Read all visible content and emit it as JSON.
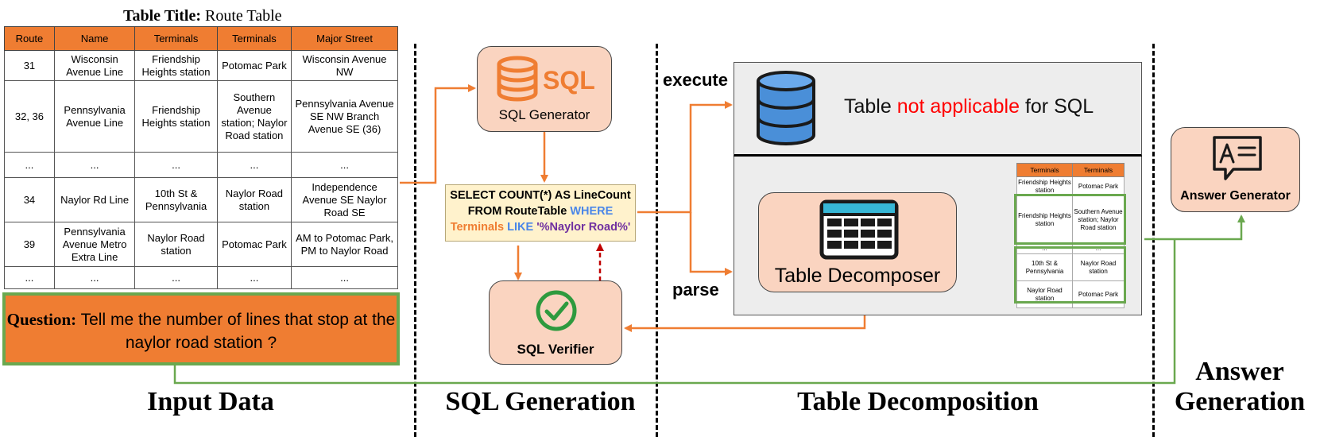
{
  "table_title": {
    "label": "Table Title:",
    "value": "Route Table"
  },
  "route_table": {
    "headers": [
      "Route",
      "Name",
      "Terminals",
      "Terminals",
      "Major Street"
    ],
    "rows": [
      [
        "31",
        "Wisconsin Avenue Line",
        "Friendship Heights station",
        "Potomac Park",
        "Wisconsin Avenue NW"
      ],
      [
        "32, 36",
        "Pennsylvania Avenue Line",
        "Friendship Heights station",
        "Southern Avenue station; Naylor Road station",
        "Pennsylvania Avenue SE NW Branch Avenue SE (36)"
      ],
      [
        "...",
        "...",
        "...",
        "...",
        "..."
      ],
      [
        "34",
        "Naylor Rd Line",
        "10th St & Pennsylvania",
        "Naylor Road station",
        "Independence Avenue SE Naylor Road SE"
      ],
      [
        "39",
        "Pennsylvania Avenue Metro Extra Line",
        "Naylor Road station",
        "Potomac Park",
        "AM to Potomac Park, PM to Naylor Road"
      ],
      [
        "...",
        "...",
        "...",
        "...",
        "..."
      ]
    ]
  },
  "question": {
    "label": "Question:",
    "text": "Tell me the number of lines that stop at the naylor road station ?"
  },
  "sections": {
    "input": "Input Data",
    "sql_gen": "SQL Generation",
    "table_decomp": "Table Decomposition",
    "answer_gen_1": "Answer",
    "answer_gen_2": "Generation"
  },
  "sql_generator": {
    "label": "SQL Generator",
    "icon_text": "SQL"
  },
  "sql_query": {
    "line1": "SELECT COUNT(*) AS LineCount",
    "line2a": "FROM RouteTable ",
    "line2b": "WHERE",
    "line3a": "Terminals ",
    "line3b": "LIKE ",
    "line3c": "'%Naylor Road%'"
  },
  "sql_verifier": {
    "label": "SQL Verifier"
  },
  "execute_label": "execute",
  "parse_label": "parse",
  "not_applicable": {
    "pre": "Table ",
    "highlight": "not applicable",
    "post": " for SQL"
  },
  "table_decomposer": {
    "label": "Table Decomposer"
  },
  "mini_table": {
    "headers": [
      "Terminals",
      "Terminals"
    ],
    "rows": [
      [
        "Friendship Heights station",
        "Potomac Park"
      ],
      [
        "Friendship Heights station",
        "Southern Avenue station; Naylor Road station"
      ],
      [
        "...",
        "..."
      ],
      [
        "10th St & Pennsylvania",
        "Naylor Road station"
      ],
      [
        "Naylor Road station",
        "Potomac Park"
      ]
    ]
  },
  "answer_generator": {
    "label": "Answer Generator"
  },
  "colors": {
    "orange": "#ef7d32",
    "green": "#6aa84f",
    "peach": "#fad4c0",
    "red": "#ff0000",
    "blue": "#4a86e8",
    "purple": "#7030a0",
    "db_blue": "#4a8fd8"
  }
}
